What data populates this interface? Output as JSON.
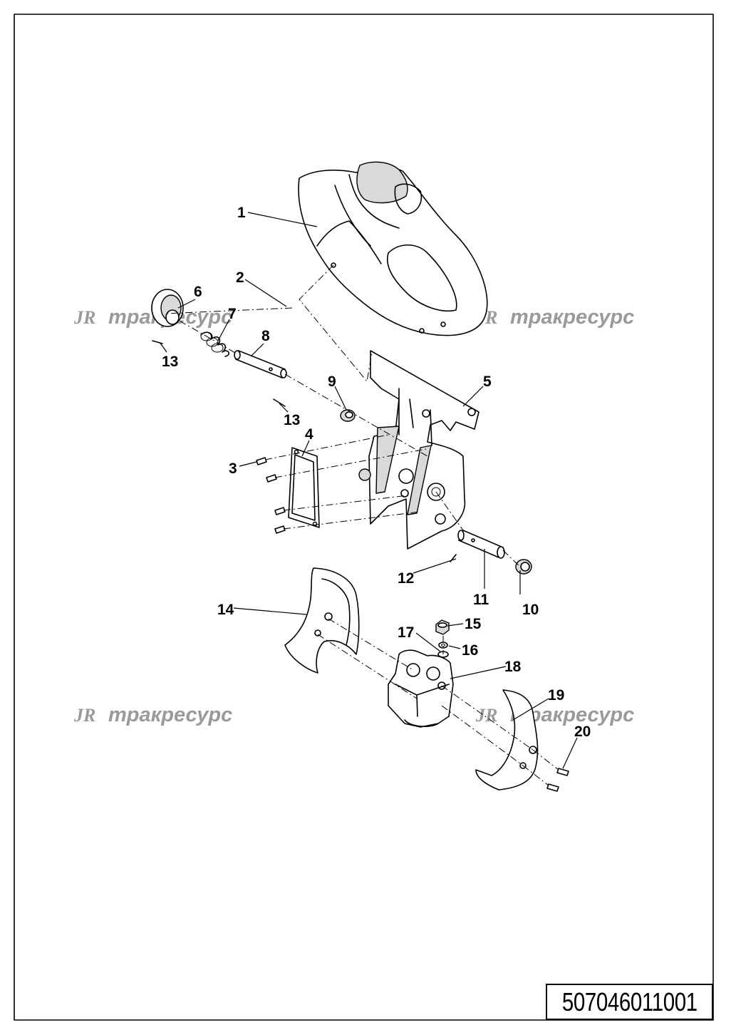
{
  "document": {
    "number": "507046011001"
  },
  "watermark": {
    "logo": "JR",
    "text": "тракресурс"
  },
  "callouts": [
    "1",
    "2",
    "3",
    "4",
    "5",
    "6",
    "7",
    "8",
    "9",
    "10",
    "11",
    "12",
    "13",
    "13",
    "14",
    "15",
    "16",
    "17",
    "18",
    "19",
    "20"
  ]
}
